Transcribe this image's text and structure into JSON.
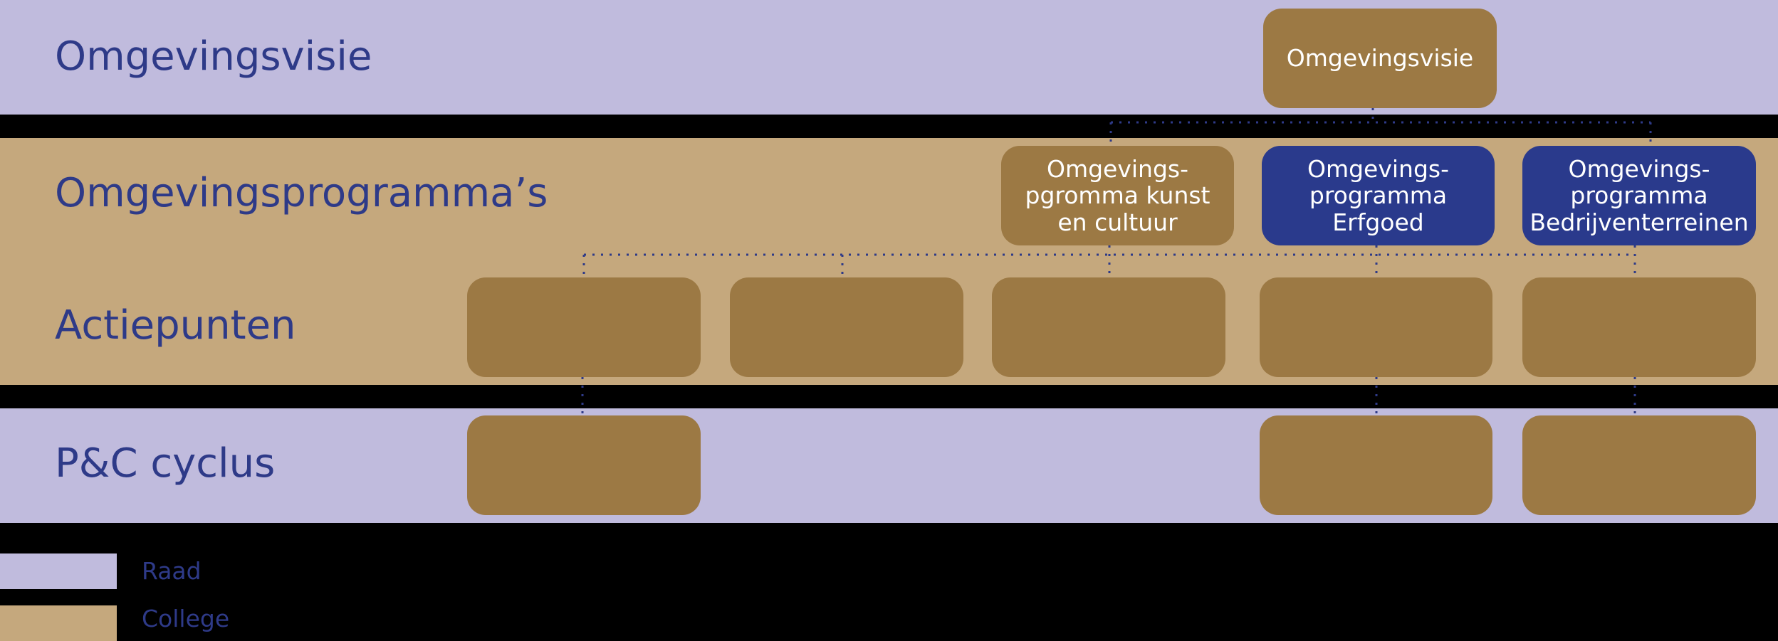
{
  "colors": {
    "raad": "#c0bbdd",
    "college": "#c5a87d",
    "gold_box": "#9c7944",
    "blue_box": "#2a3a8c",
    "label_text": "#2e3a88",
    "connector": "#2e3a88"
  },
  "rows": {
    "visie": {
      "label": "Omgevingsvisie"
    },
    "programmas": {
      "label": "Omgevingsprogramma’s"
    },
    "actiepunten": {
      "label": "Actiepunten"
    },
    "pc_cyclus": {
      "label": "P&C cyclus"
    }
  },
  "nodes": {
    "visie": {
      "text": "Omgevingsvisie"
    },
    "programma_kunst": {
      "text": "Omgevings-\npgromma kunst\nen cultuur"
    },
    "programma_erfgoed": {
      "text": "Omgevings-\nprogramma\nErfgoed"
    },
    "programma_bedrijven": {
      "text": "Omgevings-\nprogramma\nBedrijventerreinen"
    }
  },
  "legend": [
    {
      "label": "Raad",
      "color": "#c0bbdd"
    },
    {
      "label": "College",
      "color": "#c5a87d"
    }
  ]
}
